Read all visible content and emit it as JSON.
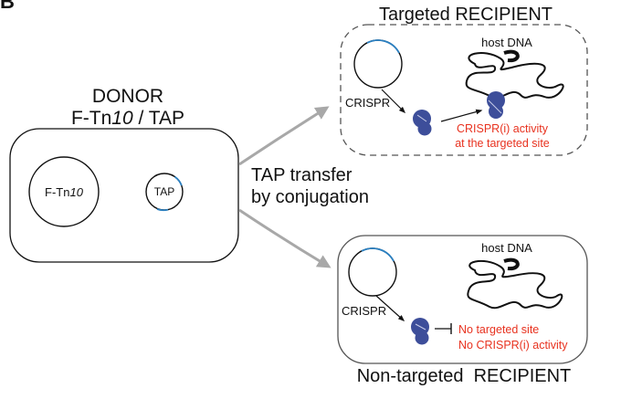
{
  "panel_letter": "B",
  "donor": {
    "title_line1": "DONOR",
    "title_line2_prefix": "F-Tn",
    "title_line2_italic": "10",
    "title_line2_suffix": " / TAP",
    "plasmid_label_prefix": "F-Tn",
    "plasmid_label_italic": "10",
    "tap_label": "TAP"
  },
  "transfer": {
    "line1": "TAP transfer",
    "line2": "by conjugation"
  },
  "targeted": {
    "title": "Targeted RECIPIENT",
    "crispr_label": "CRISPR",
    "host_dna_label": "host DNA",
    "activity_line1": "CRISPR(i) activity",
    "activity_line2": "at the targeted site"
  },
  "nontargeted": {
    "title": "Non-targeted  RECIPIENT",
    "crispr_label": "CRISPR",
    "host_dna_label": "host DNA",
    "activity_line1": "No targeted site",
    "activity_line2": "No CRISPR(i) activity"
  },
  "colors": {
    "protein": "#3d4e9a",
    "plasmid_accent": "#2a7fc0",
    "red_text": "#e8321f",
    "arrow_gray": "#a8a8a8"
  }
}
